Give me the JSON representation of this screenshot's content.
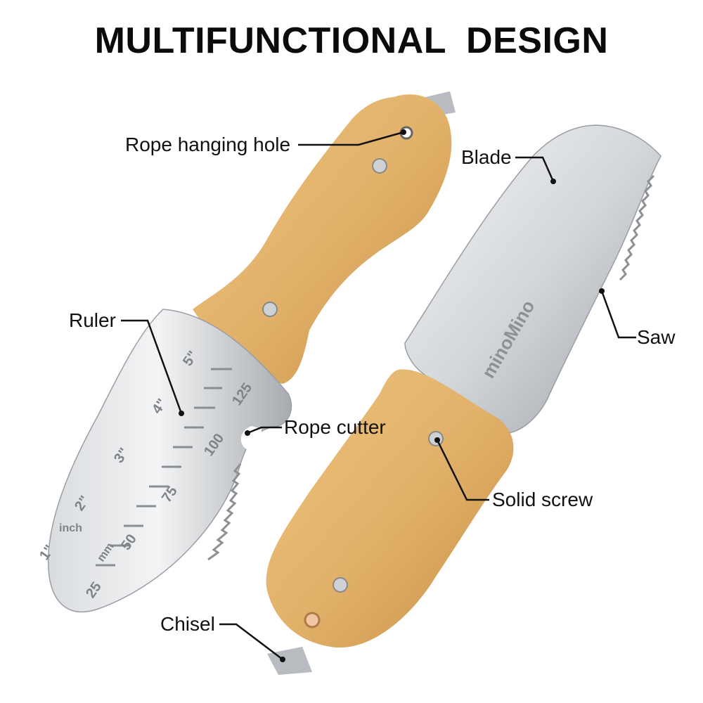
{
  "title": "MULTIFUNCTIONAL DESIGN",
  "labels": {
    "rope_hanging_hole": "Rope hanging hole",
    "blade": "Blade",
    "ruler": "Ruler",
    "saw": "Saw",
    "rope_cutter": "Rope cutter",
    "solid_screw": "Solid screw",
    "chisel": "Chisel"
  },
  "brand_text": "minoMino",
  "ruler": {
    "inch_ticks": [
      "1\"",
      "2\"",
      "3\"",
      "4\"",
      "5\""
    ],
    "inch_unit": "inch",
    "mm_ticks": [
      "25",
      "50",
      "75",
      "100",
      "125"
    ],
    "mm_unit": "mm"
  },
  "colors": {
    "wood": "#e2b26b",
    "wood_dark": "#c98f45",
    "steel_light": "#eef0f2",
    "steel_mid": "#c9ccd0",
    "steel_dark": "#9a9ea4",
    "text": "#111111"
  }
}
